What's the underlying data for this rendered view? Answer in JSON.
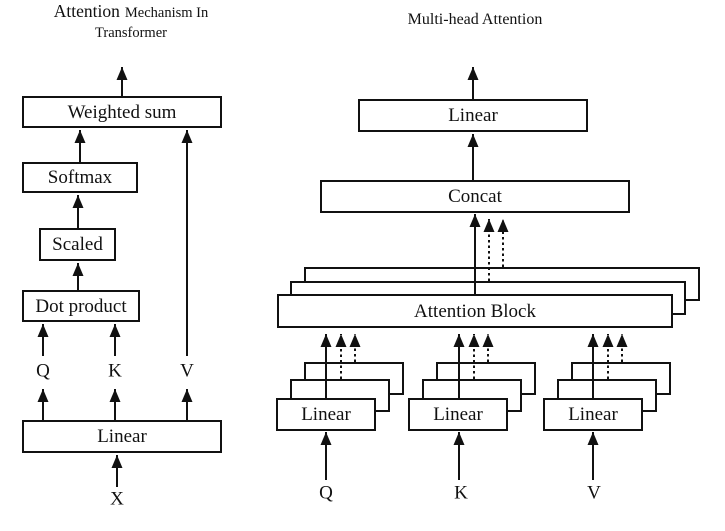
{
  "colors": {
    "ink": "#111111",
    "background": "#ffffff"
  },
  "left": {
    "title_word_large": "Attention",
    "title_line1_rest": "Mechanism In",
    "title_line2": "Transformer",
    "boxes": {
      "weighted_sum": "Weighted sum",
      "softmax": "Softmax",
      "scaled": "Scaled",
      "dot_product": "Dot product",
      "linear": "Linear"
    },
    "labels": {
      "q": "Q",
      "k": "K",
      "v": "V",
      "x": "X"
    }
  },
  "right": {
    "title": "Multi-head Attention",
    "boxes": {
      "linear_out": "Linear",
      "concat": "Concat",
      "attention_block": "Attention Block",
      "linear_q": "Linear",
      "linear_k": "Linear",
      "linear_v": "Linear"
    },
    "labels": {
      "q": "Q",
      "k": "K",
      "v": "V"
    }
  }
}
